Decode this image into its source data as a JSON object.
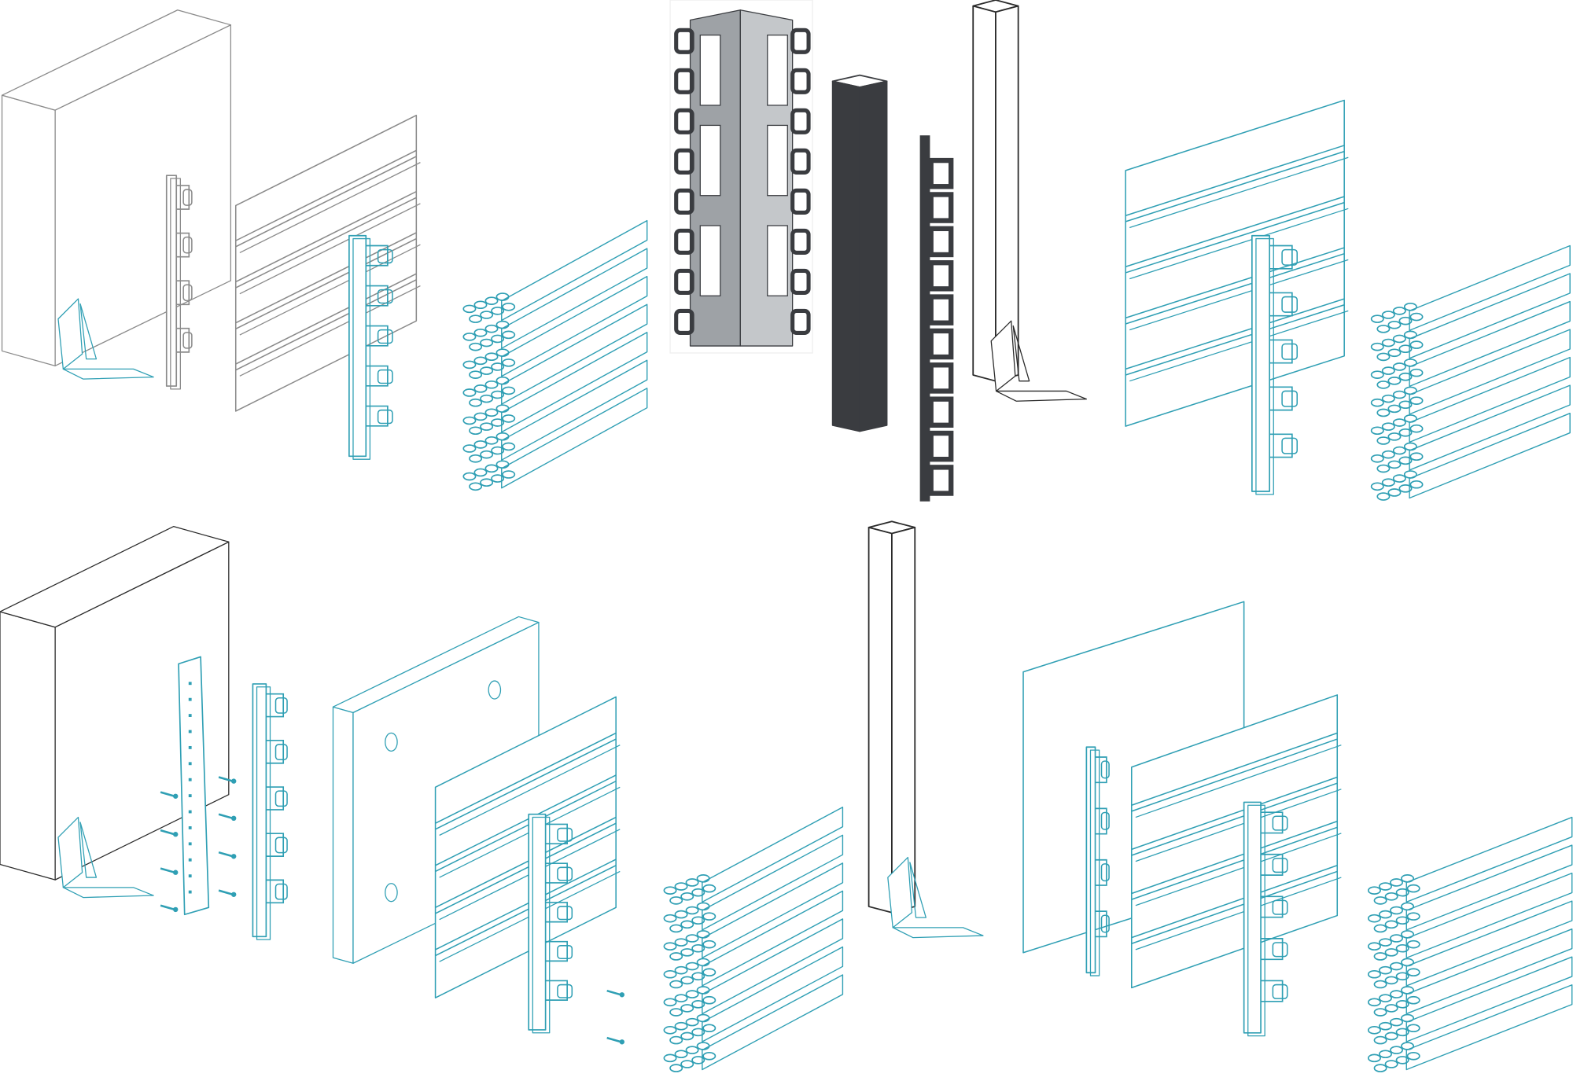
{
  "colors": {
    "teal": "#2f9fb4",
    "outline_grey": "#8a8a8a",
    "outline_black": "#2a2a2a",
    "metal_dark": "#3a3c40",
    "metal_light": "#9ea2a6",
    "background": "#ffffff"
  },
  "rows": [
    {
      "name": "top-row",
      "components": [
        "insulation-block",
        "vertical-rail",
        "corrugated-panel",
        "bracket-rail",
        "mesh-panel",
        "corner-rail-photo",
        "dark-corner-post",
        "ladder-rail",
        "square-post-with-foot",
        "cladding-panel",
        "bracket-rail",
        "mesh-panel"
      ]
    },
    {
      "name": "bottom-row",
      "components": [
        "insulation-block",
        "perforated-rail",
        "profile-rail",
        "thick-board",
        "corrugated-panel",
        "bracket-rail",
        "mesh-panel",
        "square-post-with-foot",
        "cladding-panel",
        "profile-rail",
        "corrugated-panel",
        "bracket-rail",
        "mesh-panel"
      ]
    }
  ]
}
